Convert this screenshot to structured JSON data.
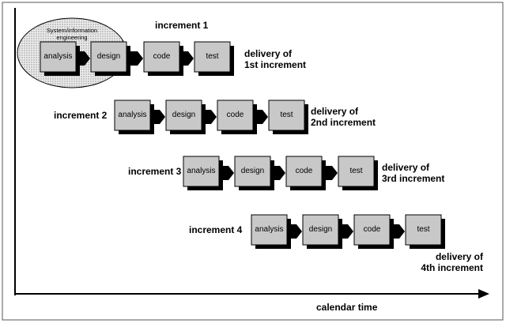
{
  "diagram": {
    "ellipse_label_line1": "System/information",
    "ellipse_label_line2": "engineering",
    "axis_label": "calendar time",
    "increments": [
      {
        "label": "increment 1",
        "stages": [
          "analysis",
          "design",
          "code",
          "test"
        ],
        "delivery_line1": "delivery of",
        "delivery_line2": "1st increment"
      },
      {
        "label": "increment 2",
        "stages": [
          "analysis",
          "design",
          "code",
          "test"
        ],
        "delivery_line1": "delivery of",
        "delivery_line2": "2nd increment"
      },
      {
        "label": "increment 3",
        "stages": [
          "analysis",
          "design",
          "code",
          "test"
        ],
        "delivery_line1": "delivery of",
        "delivery_line2": "3rd increment"
      },
      {
        "label": "increment 4",
        "stages": [
          "analysis",
          "design",
          "code",
          "test"
        ],
        "delivery_line1": "delivery of",
        "delivery_line2": "4th increment"
      }
    ]
  }
}
